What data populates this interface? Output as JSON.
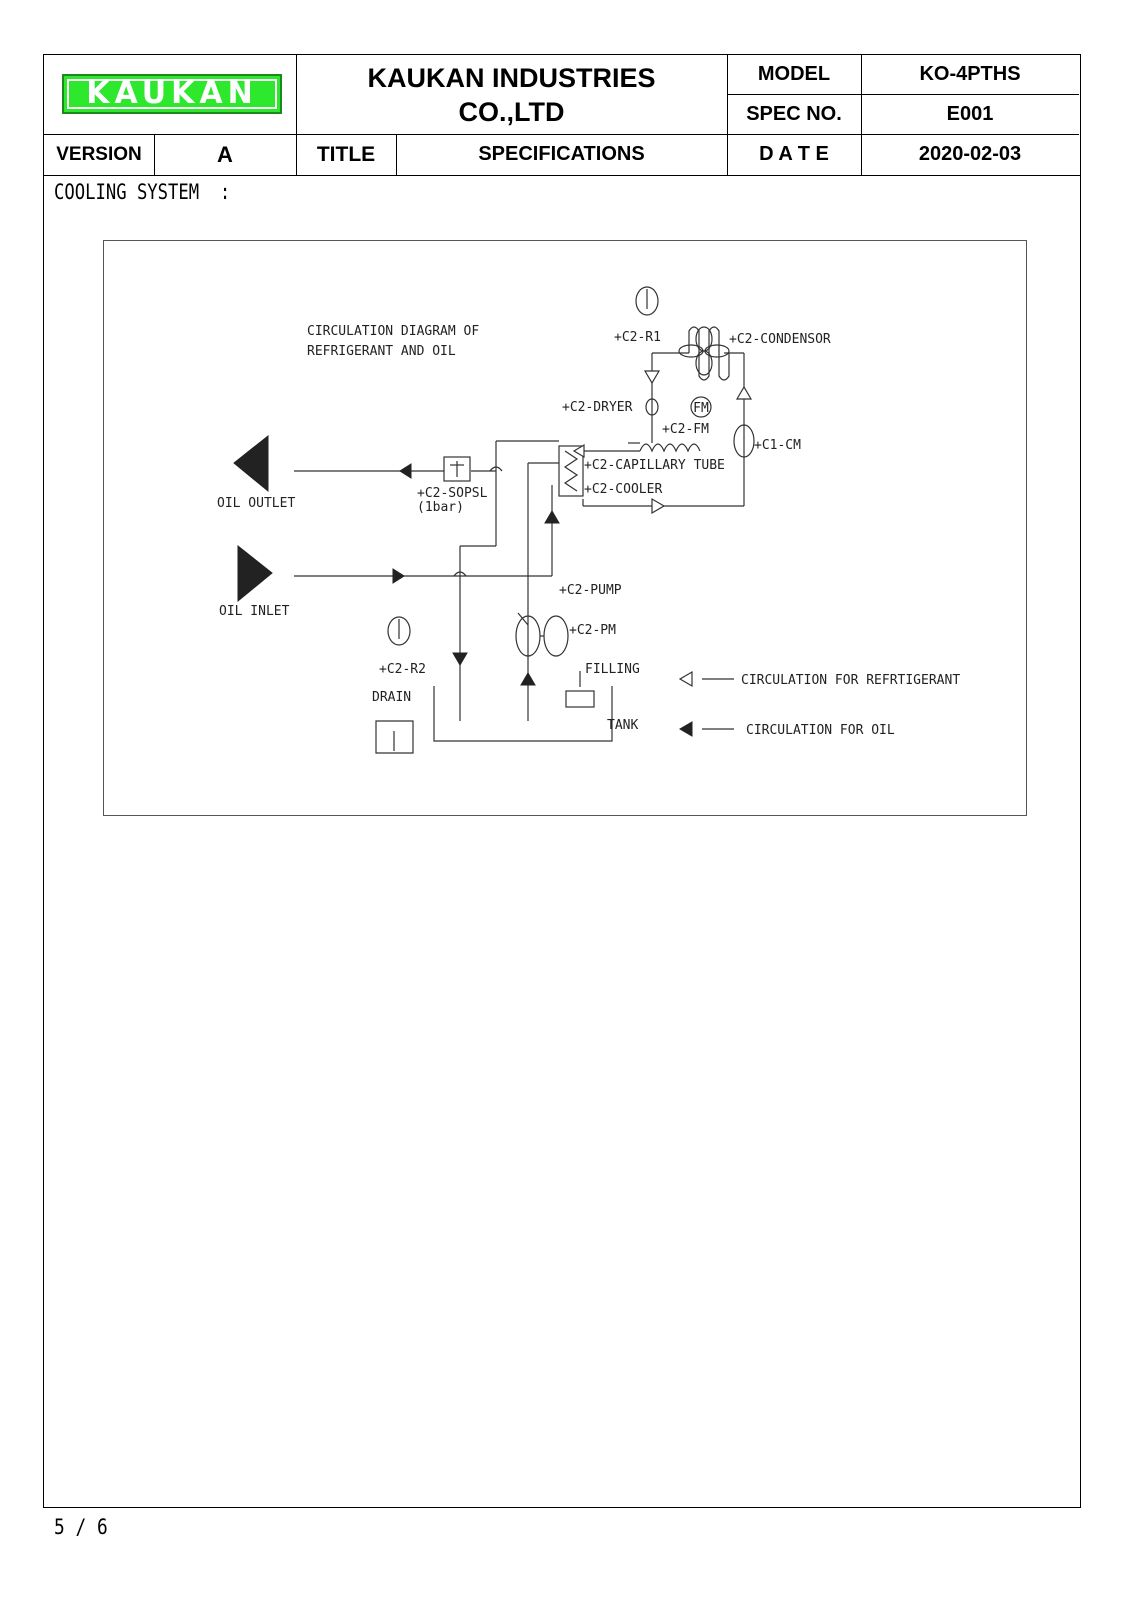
{
  "header": {
    "logo_text": "KAUKAN",
    "company_line1": "KAUKAN INDUSTRIES",
    "company_line2": "CO.,LTD",
    "model_label": "MODEL",
    "model_value": "KO-4PTHS",
    "spec_label": "SPEC NO.",
    "spec_value": "E001",
    "version_label": "VERSION",
    "version_value": "A",
    "title_label": "TITLE",
    "title_value": "SPECIFICATIONS",
    "date_label": "D A T E",
    "date_value": "2020-02-03"
  },
  "section_title": "COOLING SYSTEM  :",
  "diagram": {
    "heading_line1": "CIRCULATION DIAGRAM OF",
    "heading_line2": "REFRIGERANT AND OIL",
    "r1": "+C2-R1",
    "condensor": "+C2-CONDENSOR",
    "dryer": "+C2-DRYER",
    "fm_symbol": "FM",
    "fm": "+C2-FM",
    "cm": "+C1-CM",
    "capillary": "+C2-CAPILLARY TUBE",
    "cooler": "+C2-COOLER",
    "sopsl": "+C2-SOPSL",
    "sopsl_note": "(1bar)",
    "oil_outlet": "OIL OUTLET",
    "oil_inlet": "OIL INLET",
    "pump": "+C2-PUMP",
    "pm": "+C2-PM",
    "filling": "FILLING",
    "r2": "+C2-R2",
    "drain": "DRAIN",
    "tank": "TANK",
    "legend_refrigerant": "CIRCULATION FOR REFRTIGERANT",
    "legend_oil": "CIRCULATION FOR OIL"
  },
  "footer": {
    "page": "5 / 6"
  },
  "colors": {
    "logo_green": "#2ee82e",
    "logo_border": "#1a8a1a"
  }
}
